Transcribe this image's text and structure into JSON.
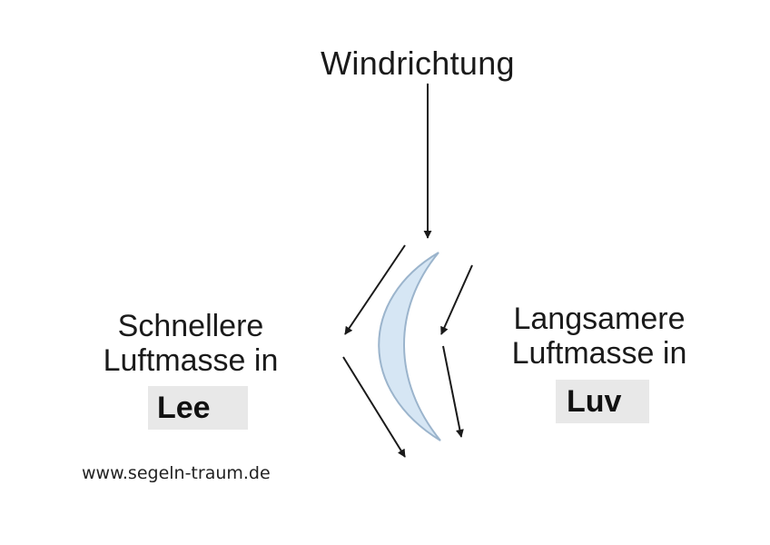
{
  "wind_direction": "Windrichtung",
  "left_side": {
    "line1": "Schnellere",
    "line2": "Luftmasse in",
    "tag": "Lee"
  },
  "right_side": {
    "line1": "Langsamere",
    "line2": "Luftmasse in",
    "tag": "Luv"
  },
  "website": "www.segeln-traum.de",
  "colors": {
    "sail_fill": "#d6e6f4",
    "sail_stroke": "#9bb4cc",
    "arrow": "#1a1a1a",
    "tag_background": "#e8e8e8"
  }
}
